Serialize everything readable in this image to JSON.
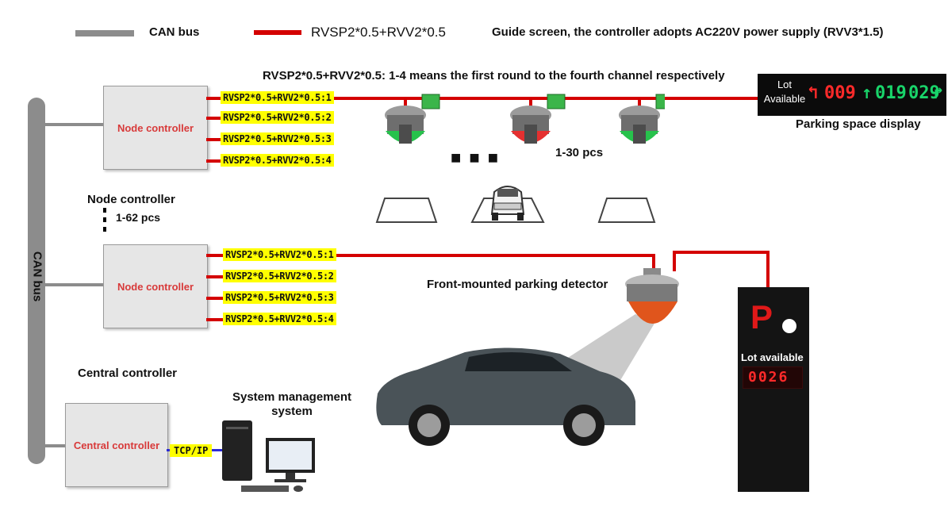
{
  "legend": {
    "can_bus": "CAN bus",
    "rvsp": "RVSP2*0.5+RVV2*0.5",
    "guide_note": "Guide screen, the controller adopts AC220V power supply (RVV3*1.5)"
  },
  "channel_note": "RVSP2*0.5+RVV2*0.5: 1-4 means the first round to the fourth channel respectively",
  "can_bus_label": "CAN bus",
  "node_controller_1": {
    "label": "Node controller",
    "channels": [
      "RVSP2*0.5+RVV2*0.5:1",
      "RVSP2*0.5+RVV2*0.5:2",
      "RVSP2*0.5+RVV2*0.5:3",
      "RVSP2*0.5+RVV2*0.5:4"
    ]
  },
  "node_group": {
    "title": "Node controller",
    "count": "1-62 pcs"
  },
  "node_controller_2": {
    "label": "Node controller",
    "channels": [
      "RVSP2*0.5+RVV2*0.5:1",
      "RVSP2*0.5+RVV2*0.5:2",
      "RVSP2*0.5+RVV2*0.5:3",
      "RVSP2*0.5+RVV2*0.5:4"
    ]
  },
  "detectors_count": "1-30 pcs",
  "parking_display": {
    "caption": "Parking space display",
    "lot_line1": "Lot",
    "lot_line2": "Available",
    "value_red": "009",
    "value_green_1": "019",
    "value_green_2": "029"
  },
  "front_detector_label": "Front-mounted parking detector",
  "central": {
    "title": "Central controller",
    "box_label": "Central controller",
    "tcp": "TCP/IP"
  },
  "system_mgmt": {
    "line1": "System management",
    "line2": "system"
  },
  "p_sign": {
    "letter": "P",
    "label": "Lot available",
    "count": "0026"
  },
  "colors": {
    "cable_red": "#d40000",
    "bus_grey": "#8c8c8c",
    "tag_yellow": "#ffff00",
    "green_light": "#19d46a",
    "red_light": "#ff2a2a"
  }
}
